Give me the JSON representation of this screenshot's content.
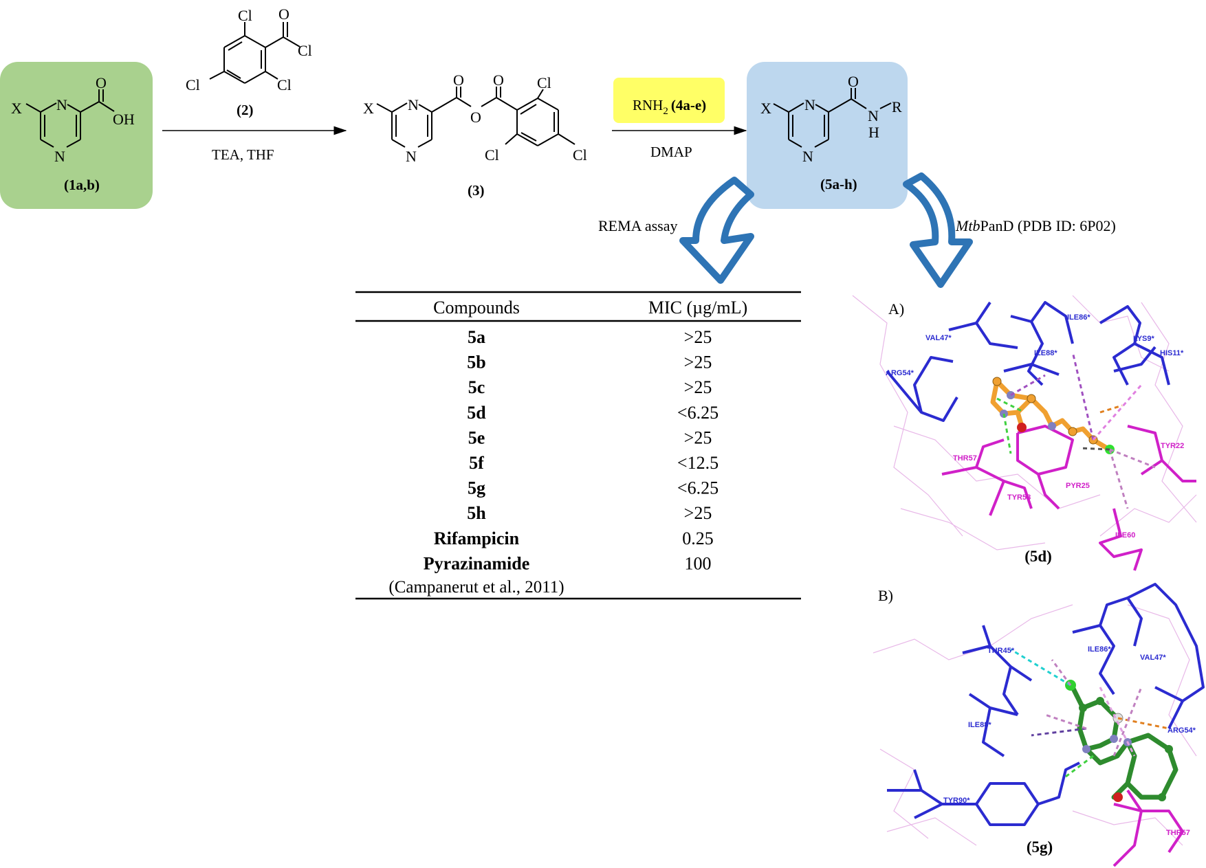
{
  "scheme": {
    "start_label": "(1a,b)",
    "start_substituent": "X",
    "start_group": "OH",
    "reagent_label": "(2)",
    "step1_conditions": "TEA, THF",
    "intermediate_label": "(3)",
    "amine_reagent_prefix": "RNH",
    "amine_reagent_sub": "2",
    "amine_reagent_label": "(4a-e)",
    "step2_conditions": "DMAP",
    "product_label": "(5a-h)",
    "product_R": "R",
    "product_H": "H",
    "ring_N": "N",
    "oxygen": "O",
    "chlorine": "Cl"
  },
  "branches": {
    "assay_label": "REMA assay",
    "docking_label_italic": "Mtb",
    "docking_label_rest": "PanD (PDB ID: 6P02)"
  },
  "table": {
    "headers": [
      "Compounds",
      "MIC (µg/mL)"
    ],
    "rows": [
      {
        "compound": "5a",
        "mic": ">25"
      },
      {
        "compound": "5b",
        "mic": ">25"
      },
      {
        "compound": "5c",
        "mic": ">25"
      },
      {
        "compound": "5d",
        "mic": "<6.25"
      },
      {
        "compound": "5e",
        "mic": ">25"
      },
      {
        "compound": "5f",
        "mic": "<12.5"
      },
      {
        "compound": "5g",
        "mic": "<6.25"
      },
      {
        "compound": "5h",
        "mic": ">25"
      },
      {
        "compound": "Rifampicin",
        "mic": "0.25"
      },
      {
        "compound": "Pyrazinamide",
        "mic": "100"
      }
    ],
    "footnote": "(Campanerut et al., 2011)"
  },
  "docking": {
    "panel_a": {
      "letter": "A)",
      "caption": "(5d)",
      "residues_blue": [
        "VAL47*",
        "ILE86*",
        "LYS9*",
        "HIS11*",
        "ILE88*",
        "ARG54*"
      ],
      "residues_magenta": [
        "THR57",
        "TYR22",
        "TYR58",
        "PYR25",
        "ILE60"
      ]
    },
    "panel_b": {
      "letter": "B)",
      "caption": "(5g)",
      "residues_blue": [
        "THR45*",
        "ILE86*",
        "VAL47*",
        "ILE88*",
        "ARG54*",
        "TYR90*"
      ],
      "residues_magenta": [
        "THR57"
      ]
    }
  },
  "colors": {
    "start_box": "#a9d18e",
    "product_box": "#bdd7ee",
    "reagent_highlight": "#ffff66",
    "arrow_blue": "#2e74b5",
    "residue_blue": "#2b2bd0",
    "residue_magenta": "#d020c8",
    "ligand_5d": "#f0a030",
    "ligand_5g": "#2e8b2e"
  }
}
